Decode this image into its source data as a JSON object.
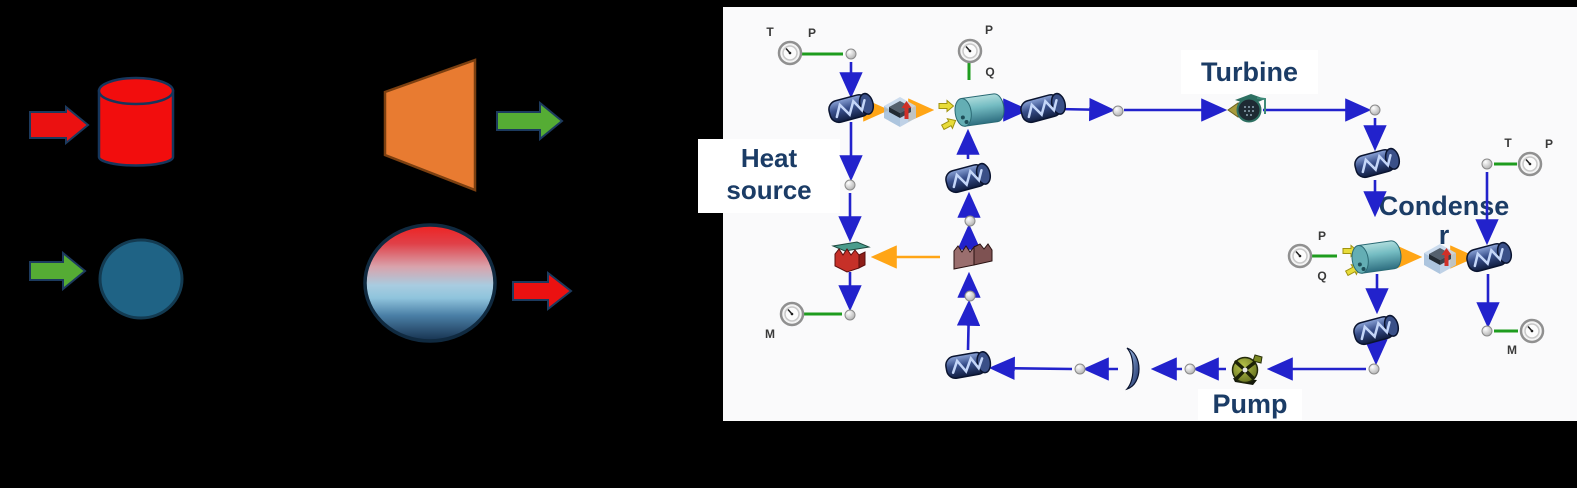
{
  "left_panel": {
    "background": "#000000",
    "shapes": [
      {
        "name": "heat-in-arrow",
        "type": "block-arrow-right",
        "color": "#EB1111"
      },
      {
        "name": "heat-source-cylinder",
        "type": "cylinder",
        "color": "#F20D0D"
      },
      {
        "name": "turbine-trapezoid",
        "type": "trapezoid",
        "color": "#E87B31"
      },
      {
        "name": "work-out-arrow",
        "type": "block-arrow-right",
        "color": "#55AC34"
      },
      {
        "name": "work-in-arrow",
        "type": "block-arrow-right",
        "color": "#55AC34"
      },
      {
        "name": "pump-circle",
        "type": "ellipse",
        "color": "#1F6385"
      },
      {
        "name": "condenser-sphere",
        "type": "sphere-gradient",
        "gradient": [
          "#EE2222",
          "#A8CCE0",
          "#16314E"
        ]
      },
      {
        "name": "heat-out-arrow",
        "type": "block-arrow-right",
        "color": "#EB1111"
      }
    ]
  },
  "flowsheet": {
    "background": "#FAFAFB",
    "labels": {
      "heat_source_line1": "Heat",
      "heat_source_line2": "source",
      "turbine": "Turbine",
      "condenser_line1": "Condense",
      "condenser_line2": "r",
      "pump": "Pump"
    },
    "instrument_tags": [
      {
        "text": "T"
      },
      {
        "text": "P"
      },
      {
        "text": "P"
      },
      {
        "text": "Q"
      },
      {
        "text": "M"
      },
      {
        "text": "T"
      },
      {
        "text": "P"
      },
      {
        "text": "M"
      },
      {
        "text": "P"
      },
      {
        "text": "Q"
      }
    ],
    "colors": {
      "stream_blue": "#2222CC",
      "energy_orange": "#FFA516",
      "signal_green": "#1E9C1E",
      "label_navy": "#1B3C66",
      "heat_arrow_yellow": "#E8DC3A",
      "work_arrow_olive": "#A89B3C"
    }
  }
}
